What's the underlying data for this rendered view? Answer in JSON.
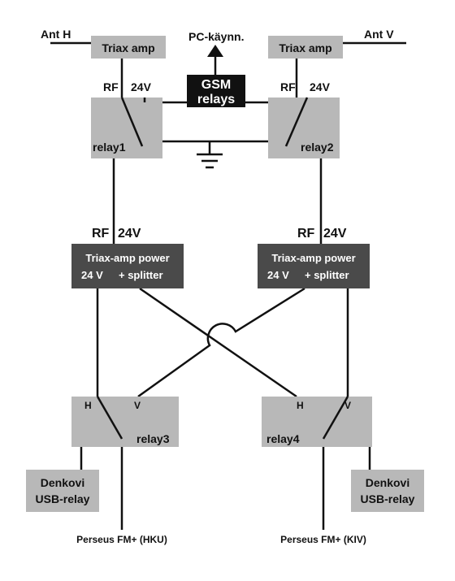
{
  "antennas": {
    "left": "Ant H",
    "right": "Ant V"
  },
  "amps": {
    "left": "Triax amp",
    "right": "Triax amp"
  },
  "pc": "PC-käynn.",
  "gsm": {
    "line1": "GSM",
    "line2": "relays"
  },
  "relay_top": {
    "rf": "RF",
    "v24": "24V",
    "left_name": "relay1",
    "right_name": "relay2"
  },
  "power": {
    "rf": "RF",
    "v24": "24V",
    "line1": "Triax-amp power",
    "line2a": "24 V",
    "line2b": "+ splitter"
  },
  "relay_bottom": {
    "h": "H",
    "v": "V",
    "left_name": "relay3",
    "right_name": "relay4"
  },
  "denkovi": {
    "line1": "Denkovi",
    "line2": "USB-relay"
  },
  "outputs": {
    "left": "Perseus FM+ (HKU)",
    "right": "Perseus FM+ (KIV)"
  },
  "colors": {
    "box_light": "#b8b8b8",
    "box_dark": "#4a4a4a",
    "gsm_box": "#111111",
    "wire": "#111111"
  }
}
